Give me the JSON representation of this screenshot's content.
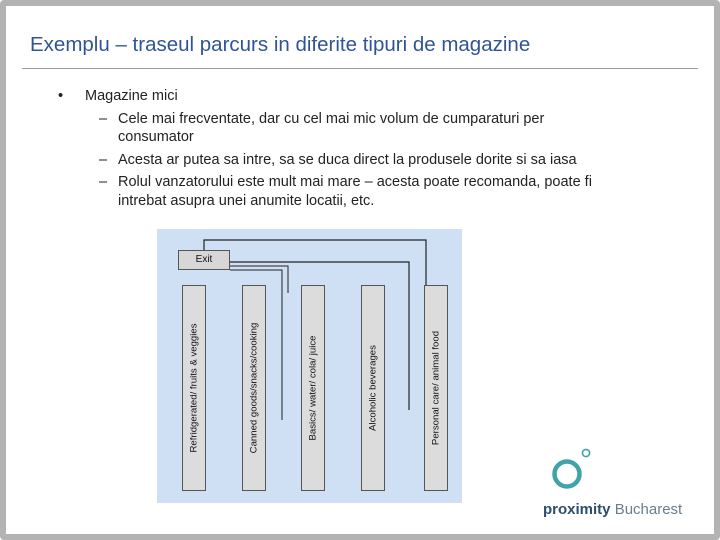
{
  "slide": {
    "title": "Exemplu – traseul parcurs in diferite tipuri de magazine",
    "bullet": {
      "marker": "•",
      "text": "Magazine mici",
      "sub_items": [
        {
          "dash": "–",
          "lines": [
            "Cele mai frecventate, dar cu cel mai mic volum de cumparaturi per",
            "consumator"
          ]
        },
        {
          "dash": "–",
          "lines": [
            "Acesta ar putea sa intre, sa se duca direct la produsele dorite si sa iasa"
          ]
        },
        {
          "dash": "–",
          "lines": [
            "Rolul vanzatorului este mult mai mare – acesta poate recomanda, poate fi",
            "intrebat asupra unei anumite locatii, etc."
          ]
        }
      ]
    }
  },
  "diagram": {
    "background_color": "#cfe0f4",
    "exit_label": "Exit",
    "shelves": [
      "Refridgerated/ fruits & veggies",
      "Canned goods/snacks/cooking",
      "Basics/ water/ cola/ juice",
      "Alcoholic beverages",
      "Personal care/ animal food"
    ]
  },
  "logo": {
    "icon": "proximity-logo-icon",
    "brand": "proximity",
    "city": "Bucharest",
    "brand_color": "#2b4f6e",
    "city_color": "#6a7e8e"
  }
}
